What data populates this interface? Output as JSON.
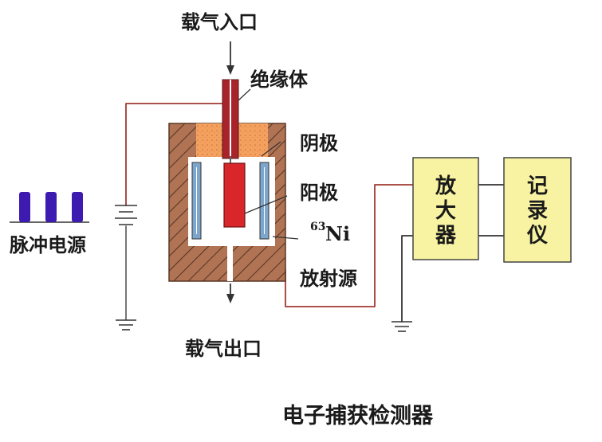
{
  "labels": {
    "gas_inlet": "载气入口",
    "insulator": "绝缘体",
    "cathode": "阴极",
    "anode": "阳极",
    "ni_mass": "63",
    "ni_symbol": "Ni",
    "radiation_source": "放射源",
    "gas_outlet": "载气出口",
    "pulse_source": "脉冲电源",
    "amplifier": [
      "放",
      "大",
      "器"
    ],
    "recorder": [
      "记",
      "录",
      "仪"
    ],
    "caption": "电子捕获检测器"
  },
  "colors": {
    "body_brown": "#b07454",
    "hatch_line": "#5a3624",
    "insulator_orange": "#f4a160",
    "electrode_red": "#d8262b",
    "rod_dark_red": "#a8242a",
    "inner_white": "#ffffff",
    "foil_blue": "#7ea5cc",
    "pulse_purple": "#3d1bb0",
    "box_yellow": "#f7f3a2",
    "wire_red": "#a03a32",
    "wire_dark": "#333333"
  },
  "icons": [
    "battery-icon",
    "ground-icon",
    "pulse-wave-icon",
    "arrow-down-icon"
  ]
}
